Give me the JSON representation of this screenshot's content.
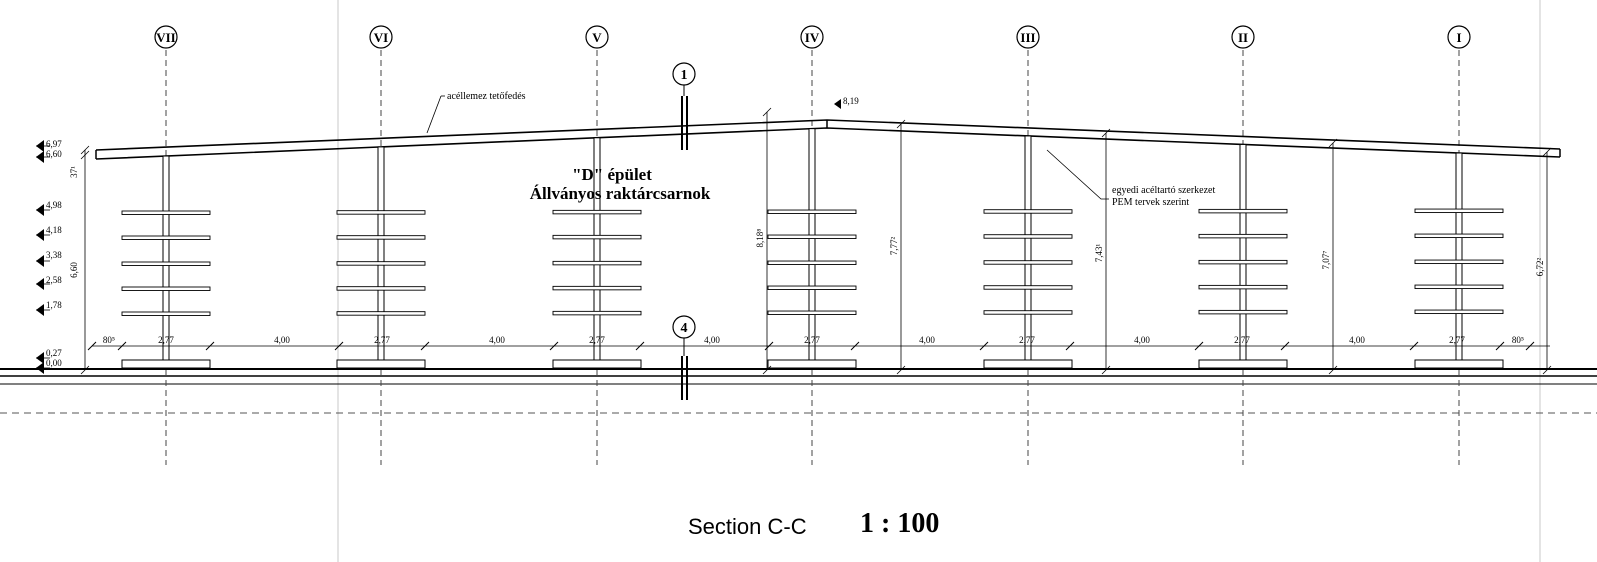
{
  "grid_axes": {
    "labels": [
      "VII",
      "VI",
      "V",
      "IV",
      "III",
      "II",
      "I"
    ]
  },
  "section_markers": {
    "top": "1",
    "bottom": "4"
  },
  "building": {
    "title_line1": "\"D\" épület",
    "title_line2": "Állványos raktárcsarnok"
  },
  "notes": {
    "roof": "acéllemez tetőfedés",
    "structure_line1": "egyedi acéltartó szerkezet",
    "structure_line2": "PEM tervek szerint"
  },
  "levels": [
    "6,97",
    "6,60",
    "4,98",
    "4,18",
    "3,38",
    "2,58",
    "1,78",
    "0,27",
    "0,00"
  ],
  "ridge_level": "8,19",
  "vertical_dims": {
    "left_small": "37¹",
    "left_total": "6,60",
    "d_818": "8,18⁸",
    "d_777": "7,77²",
    "d_743": "7,43¹",
    "d_707": "7,07⁷",
    "d_672": "6,72²"
  },
  "horizontal_dims": {
    "edge": "80⁵",
    "rack": "2,77",
    "aisle": "4,00"
  },
  "caption": {
    "label": "Section C-C",
    "scale": "1 : 100"
  }
}
